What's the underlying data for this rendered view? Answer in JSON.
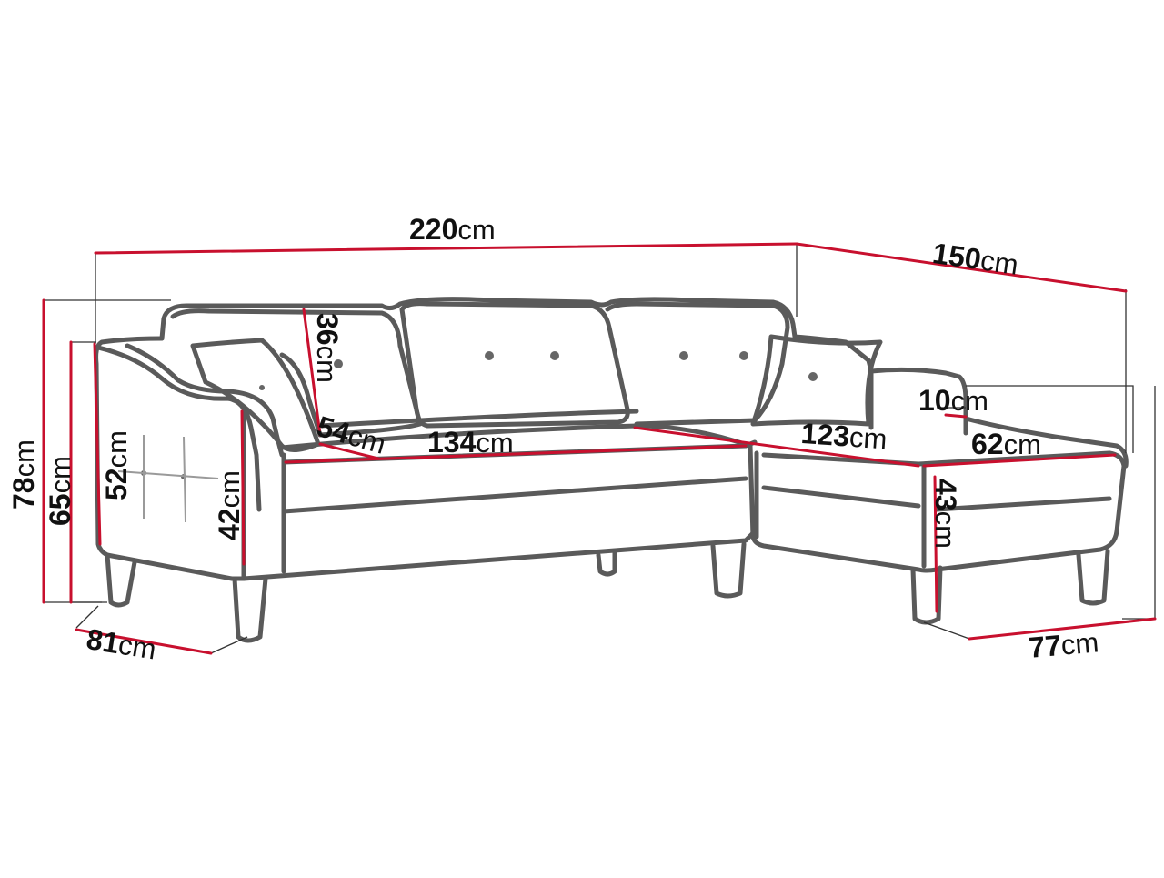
{
  "colors": {
    "outline": "#5a5a5a",
    "dimension_line": "#c8102e",
    "guide_line": "#333333",
    "text": "#111111",
    "button": "#666666"
  },
  "dimensions": {
    "total_width": {
      "value": "220",
      "unit": "cm"
    },
    "chaise_length": {
      "value": "150",
      "unit": "cm"
    },
    "total_height": {
      "value": "78",
      "unit": "cm"
    },
    "back_height": {
      "value": "65",
      "unit": "cm"
    },
    "armrest_height": {
      "value": "52",
      "unit": "cm"
    },
    "seat_height": {
      "value": "42",
      "unit": "cm"
    },
    "cushion_height": {
      "value": "36",
      "unit": "cm"
    },
    "seat_depth": {
      "value": "54",
      "unit": "cm"
    },
    "seat_width": {
      "value": "134",
      "unit": "cm"
    },
    "chaise_seat_len": {
      "value": "123",
      "unit": "cm"
    },
    "chaise_arm_width": {
      "value": "10",
      "unit": "cm"
    },
    "chaise_seat_width": {
      "value": "62",
      "unit": "cm"
    },
    "chaise_height": {
      "value": "43",
      "unit": "cm"
    },
    "total_depth": {
      "value": "81",
      "unit": "cm"
    },
    "chaise_width": {
      "value": "77",
      "unit": "cm"
    }
  }
}
